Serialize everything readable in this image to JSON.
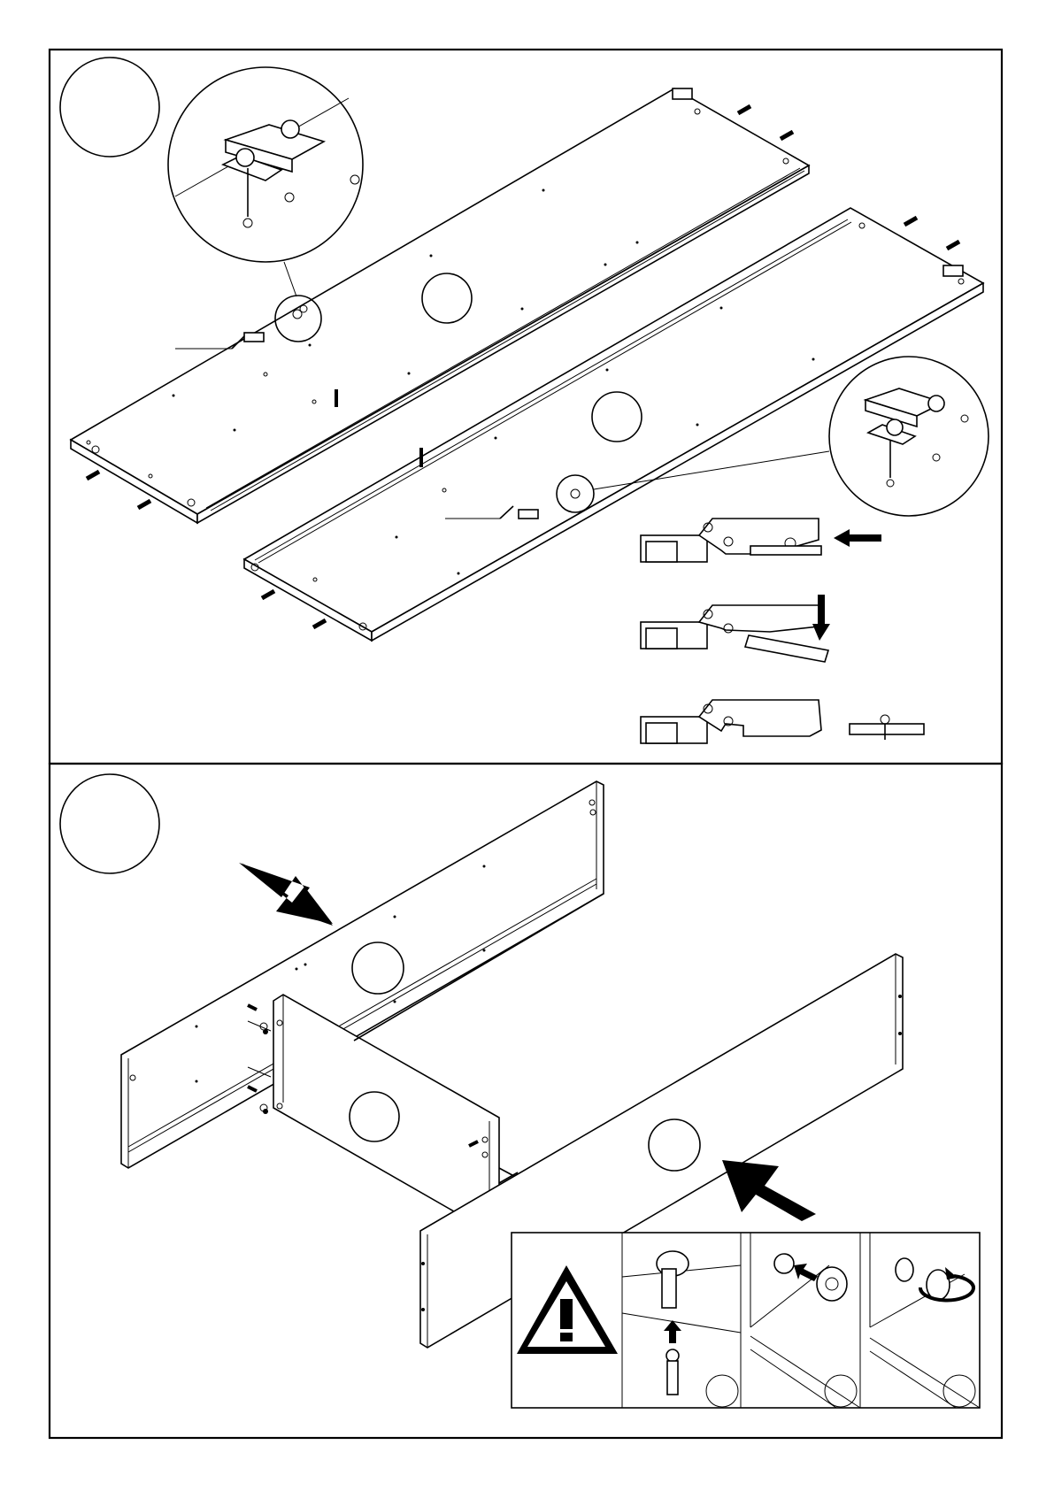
{
  "page": {
    "steps": [
      {
        "id": "step-1",
        "number": ""
      },
      {
        "id": "step-2",
        "number": ""
      }
    ]
  },
  "step1": {
    "panels": [
      "top-panel",
      "bottom-panel"
    ],
    "hinge_sequence": [
      "push",
      "press-down",
      "released"
    ],
    "arrow_color": "#000000"
  },
  "step2": {
    "panels": [
      "left-side-panel",
      "back-panel",
      "divider-panel",
      "front-panel"
    ],
    "instruction_strip": {
      "cells": [
        "warning-icon",
        "insert-bolt",
        "insert-cam",
        "turn-cam"
      ],
      "sub_numbers": [
        "",
        "",
        ""
      ]
    }
  },
  "icons": [
    "warning-icon",
    "arrow-icon",
    "cam-lock-icon",
    "dowel-icon",
    "hinge-icon"
  ]
}
